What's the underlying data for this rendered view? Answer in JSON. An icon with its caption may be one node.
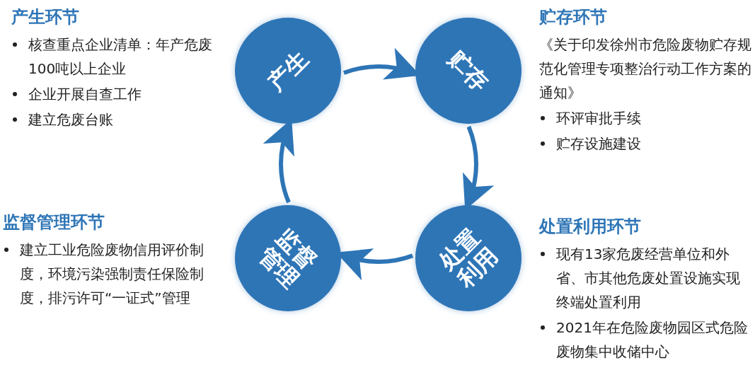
{
  "diagram": {
    "nodes": [
      {
        "text": [
          "产生"
        ]
      },
      {
        "text": [
          "贮存"
        ]
      },
      {
        "text": [
          "处置利用"
        ]
      },
      {
        "text": [
          "监督管理"
        ]
      }
    ],
    "edges": [
      {
        "from": 0,
        "to": 1,
        "arrow": "to"
      },
      {
        "from": 1,
        "to": 2,
        "arrow": "to"
      },
      {
        "from": 2,
        "to": 3,
        "arrow": "to"
      },
      {
        "from": 3,
        "to": 0,
        "arrow": "to"
      }
    ],
    "labels": [
      "产生环节",
      "核查重点企业清单：年产危废100吨以上企业",
      "企业开展自查工作",
      "建立危废台账",
      "贮存环节",
      "《关于印发徐州市危险废物贮存规范化管理专项整治行动工作方案的通知》",
      "环评审批手续",
      "贮存设施建设",
      "监督管理环节",
      "建立工业危险废物信用评价制度，环境污染强制责任保险制度，排污许可“一证式”管理",
      "处置利用环节",
      "现有13家危废经营单位和外省、市其他危废处置设施实现终端处置利用",
      "2021年在危险废物园区式危险废物集中收储中心"
    ]
  }
}
